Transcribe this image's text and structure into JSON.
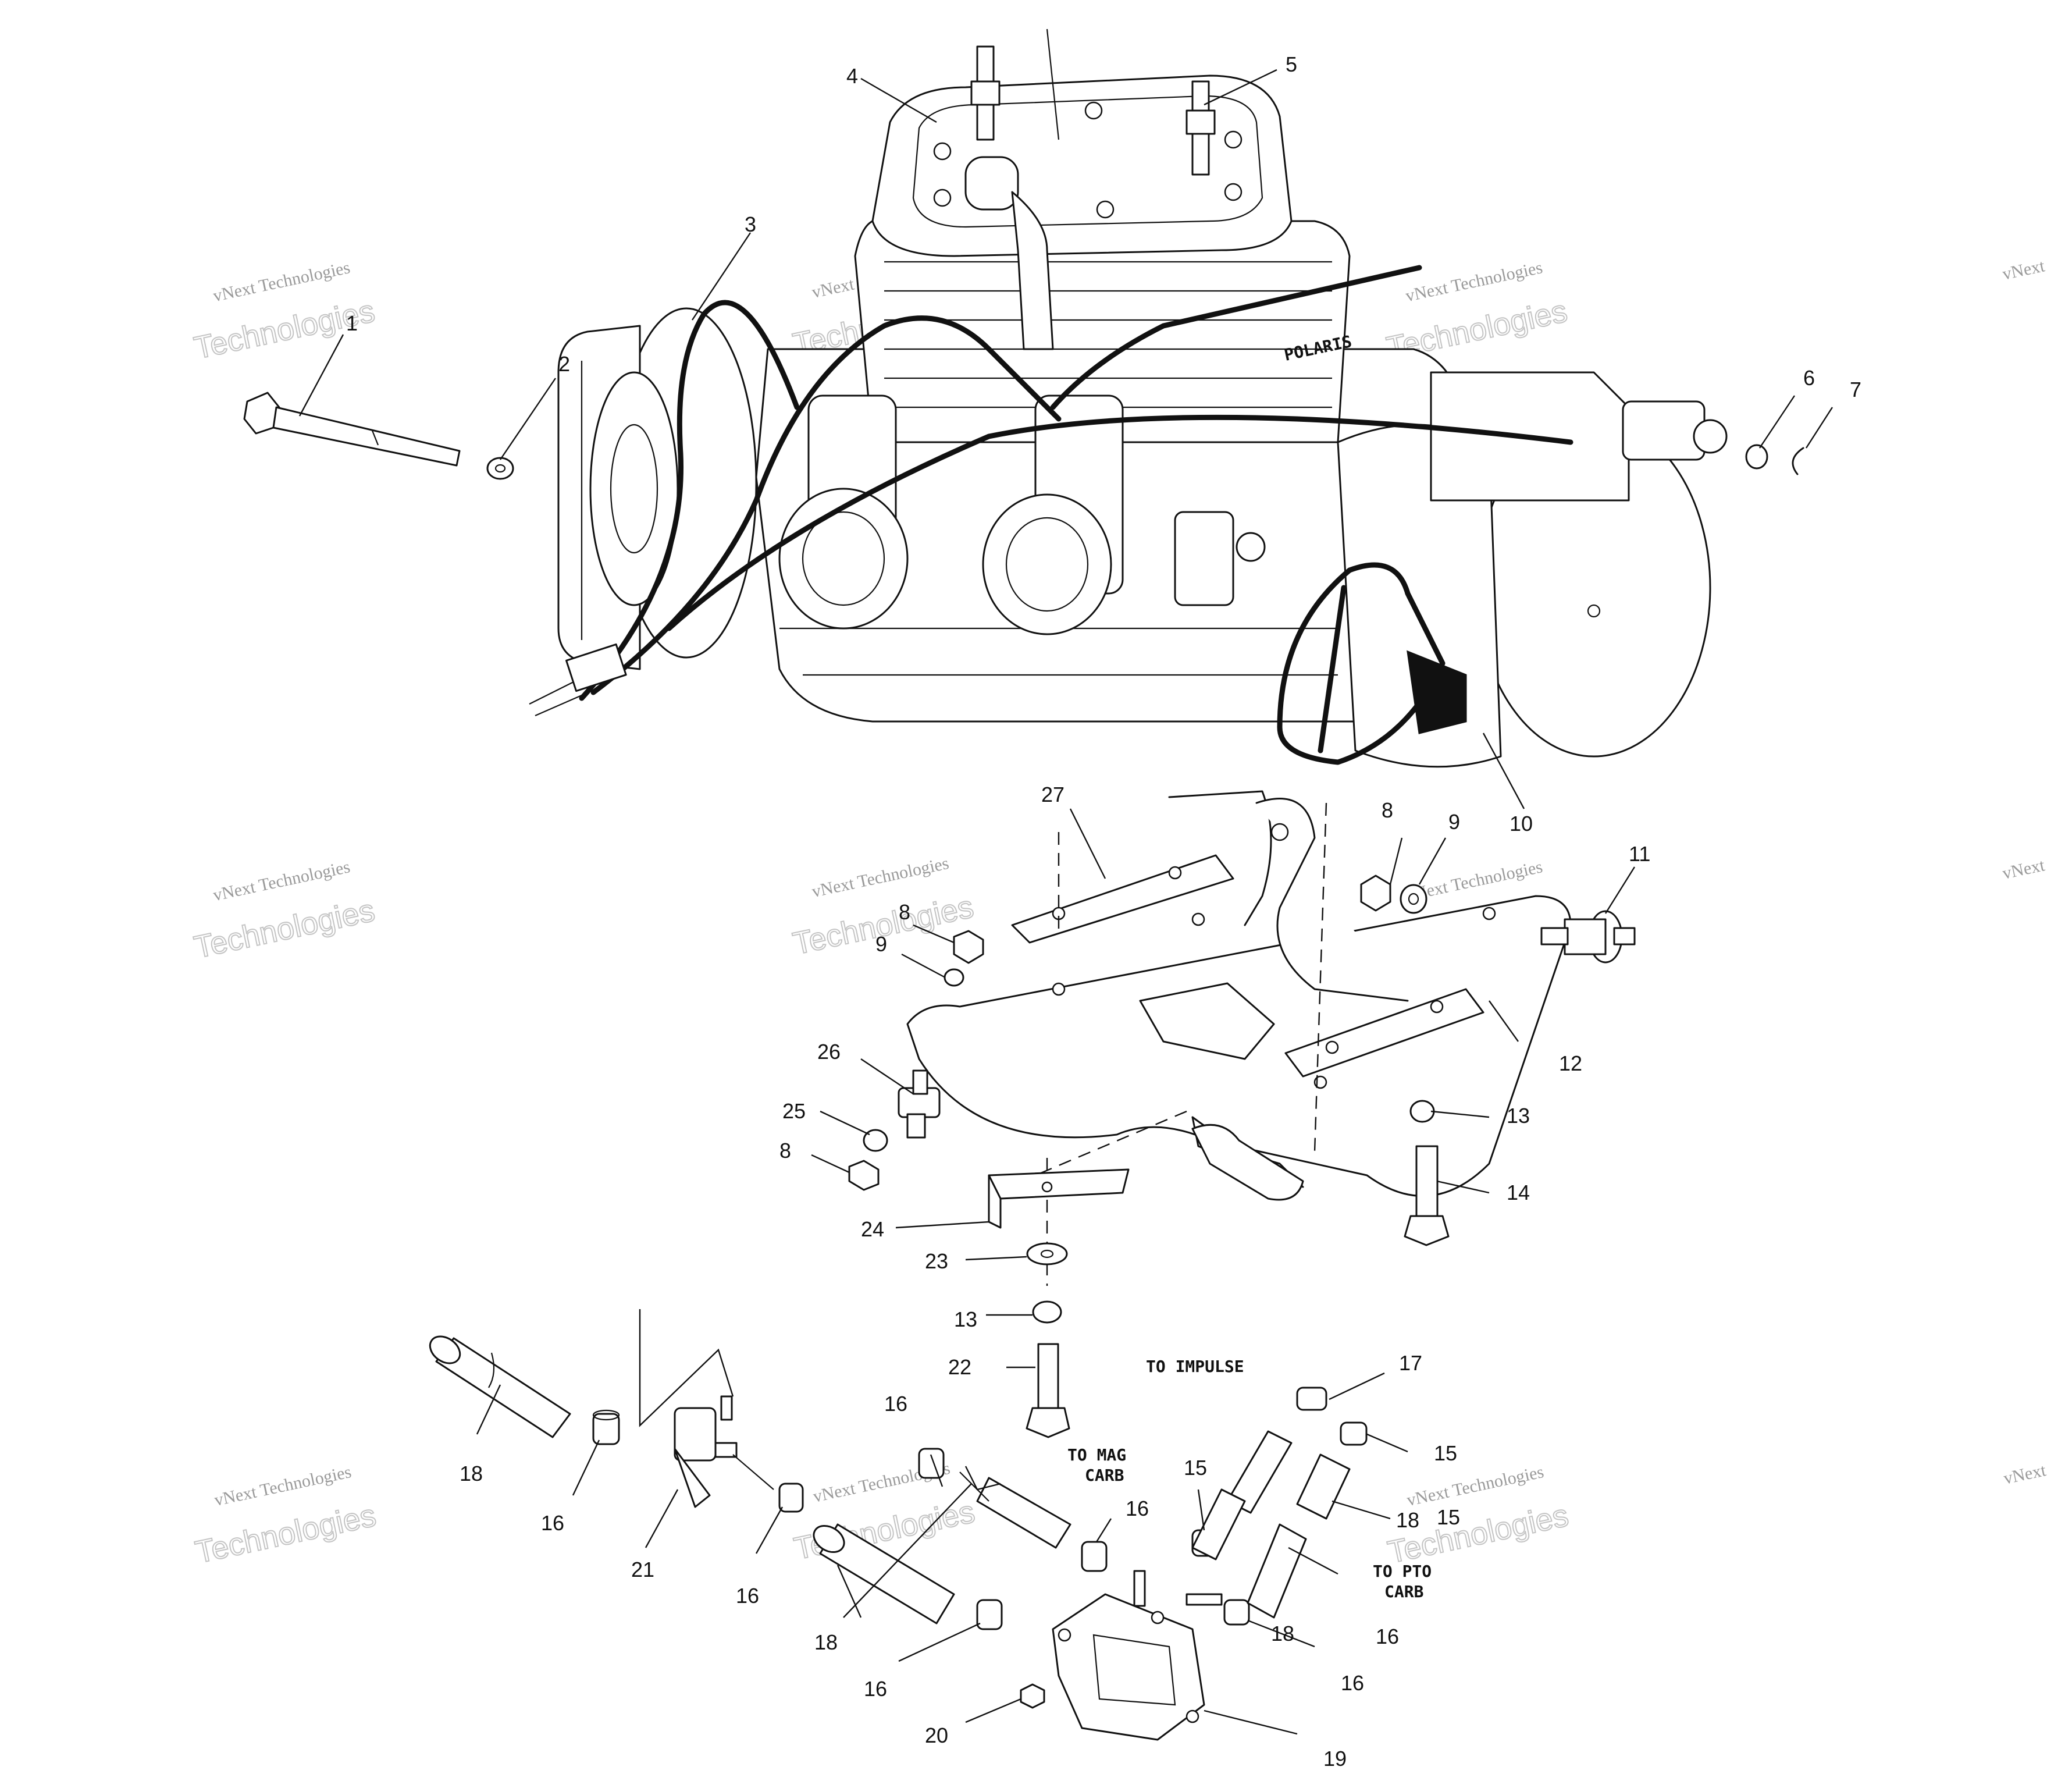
{
  "callouts": [
    "1",
    "2",
    "3",
    "4",
    "5",
    "6",
    "7",
    "8",
    "9",
    "10",
    "11",
    "27",
    "8",
    "9",
    "12",
    "26",
    "25",
    "8",
    "13",
    "14",
    "24",
    "23",
    "13",
    "22",
    "18",
    "16",
    "21",
    "16",
    "16",
    "18",
    "16",
    "15",
    "16",
    "17",
    "15",
    "18",
    "16",
    "20",
    "19",
    "16",
    "15",
    "18"
  ],
  "notes": {
    "to_impulse": "TO IMPULSE",
    "to_mag_line1": "TO MAG",
    "to_mag_line2": "CARB",
    "to_pto_line1": "TO PTO",
    "to_pto_line2": "CARB"
  },
  "engine_decal": "POLARIS",
  "watermark": {
    "line1": "vNext Technologies",
    "line2": "Technologies",
    "ghost": "vNext"
  }
}
